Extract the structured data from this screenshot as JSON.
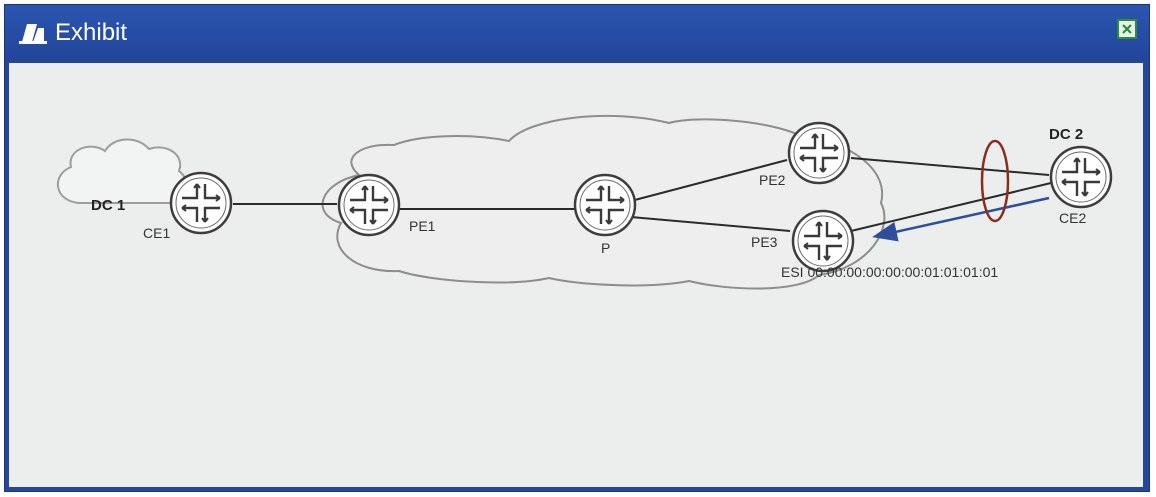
{
  "window": {
    "title": "Exhibit"
  },
  "icons": {
    "title": "exhibit-icon",
    "close": "close-icon",
    "router": "router-icon"
  },
  "colors": {
    "titlebar": "#25479a",
    "close": "#2e8b3d",
    "ellipse": "#8b2d1e",
    "arrow": "#2e4d9c"
  },
  "diagram": {
    "dc1_label": "DC 1",
    "dc2_label": "DC 2",
    "routers": {
      "ce1": "CE1",
      "pe1": "PE1",
      "p": "P",
      "pe2": "PE2",
      "pe3": "PE3",
      "ce2": "CE2"
    },
    "esi_label": "ESI 00:00:00:00:00:00:01:01:01:01"
  }
}
